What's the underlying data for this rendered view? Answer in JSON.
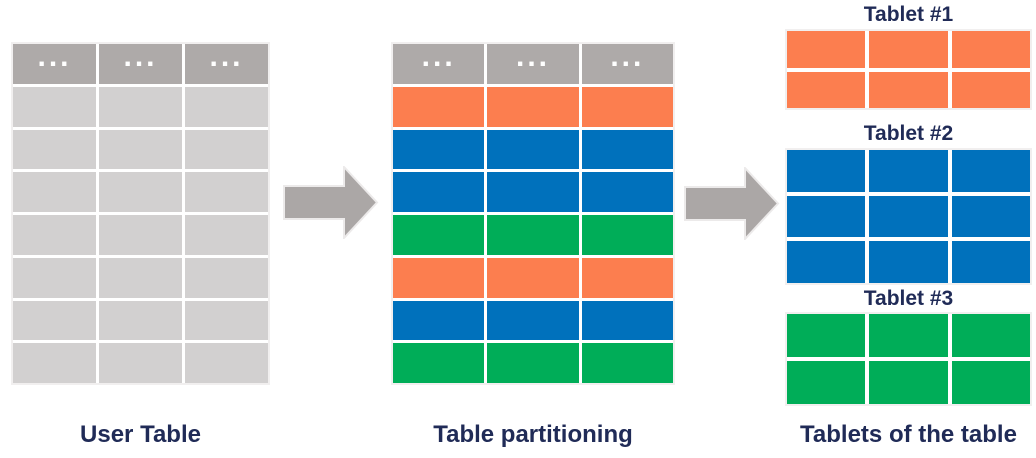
{
  "colors": {
    "header_gray": "#aeaaa9",
    "row_gray": "#d2d0d0",
    "orange": "#fc7e4f",
    "blue": "#0071bc",
    "green": "#00ad58",
    "navy": "#202b57",
    "arrow_gray": "#aba7a6",
    "arrow_outline": "#eceaea"
  },
  "stages": {
    "user_table": {
      "caption": "User Table",
      "columns": 3,
      "header": [
        "...",
        "...",
        "..."
      ],
      "rows": [
        "gray",
        "gray",
        "gray",
        "gray",
        "gray",
        "gray",
        "gray"
      ]
    },
    "partitioned_table": {
      "caption": "Table partitioning",
      "columns": 3,
      "header": [
        "...",
        "...",
        "..."
      ],
      "rows": [
        "orange",
        "blue",
        "blue",
        "green",
        "orange",
        "blue",
        "green"
      ]
    },
    "tablets": {
      "caption": "Tablets of the table",
      "items": [
        {
          "title": "Tablet #1",
          "color": "orange",
          "rows": 2,
          "columns": 3
        },
        {
          "title": "Tablet #2",
          "color": "blue",
          "rows": 3,
          "columns": 3
        },
        {
          "title": "Tablet #3",
          "color": "green",
          "rows": 2,
          "columns": 3
        }
      ]
    }
  }
}
